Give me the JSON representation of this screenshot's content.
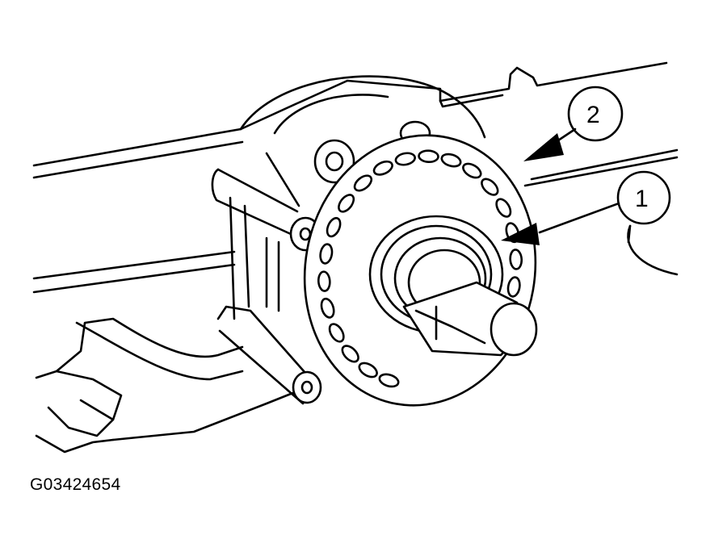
{
  "figure": {
    "id": "G03424654"
  },
  "callouts": [
    {
      "label": "1"
    },
    {
      "label": "2"
    }
  ],
  "colors": {
    "line": "#000000",
    "background": "#ffffff"
  }
}
